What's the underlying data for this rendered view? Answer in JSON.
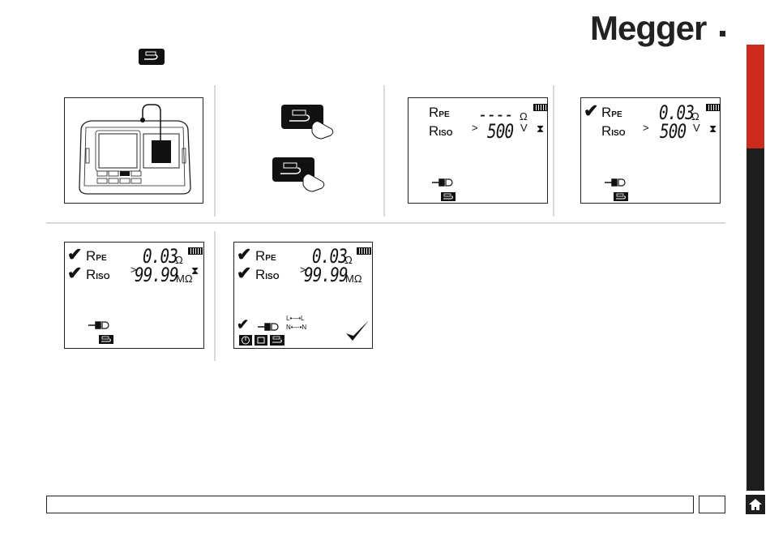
{
  "brand": {
    "logo_text": "Megger",
    "logo_color": "#222222"
  },
  "colors": {
    "accent_red": "#cc2a1d",
    "sidebar_dark": "#1e1e1e"
  },
  "header": {
    "button_icon": "test-button-icon"
  },
  "lcd": {
    "rpe_label": "R",
    "rpe_sub": "PE",
    "riso_label": "R",
    "riso_sub": "ISO",
    "dashes": "----",
    "ohm": "Ω",
    "greater": ">",
    "voltage": "500",
    "volt_unit": "V",
    "rpe_value": "0.03",
    "riso_value": "99.99",
    "mohm": "MΩ",
    "hourglass": "⧗",
    "check": "✔",
    "l_to_l": "L•—•L",
    "n_to_n": "N•—•N"
  },
  "footer": {
    "text": "",
    "page_number": ""
  }
}
